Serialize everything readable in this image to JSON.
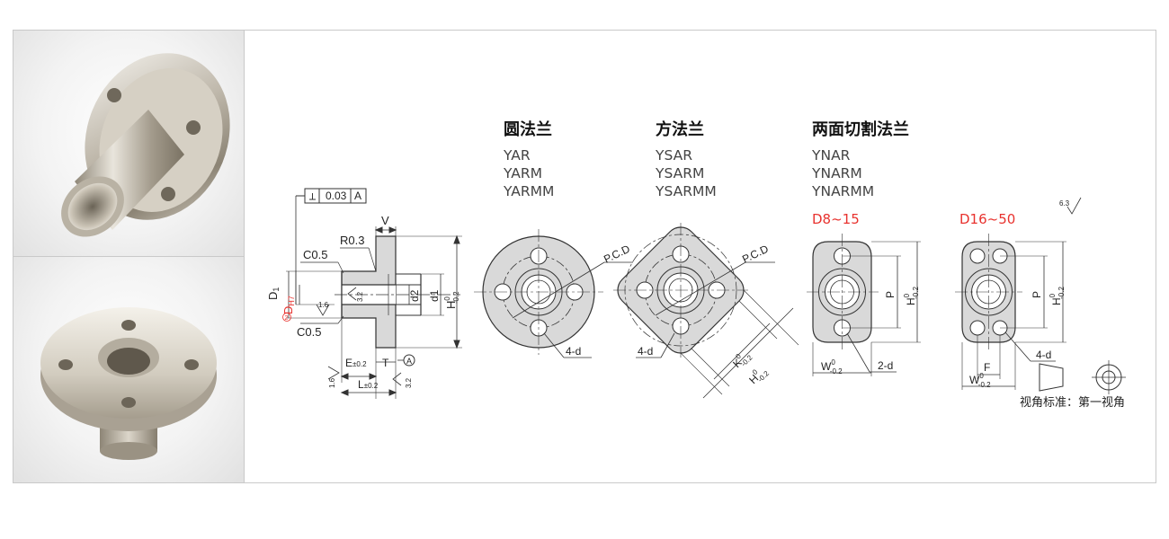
{
  "groups": [
    {
      "title": "圆法兰",
      "models": [
        "YAR",
        "YARM",
        "YARMM"
      ]
    },
    {
      "title": "方法兰",
      "models": [
        "YSAR",
        "YSARM",
        "YSARMM"
      ]
    },
    {
      "title": "两面切割法兰",
      "models": [
        "YNAR",
        "YNARM",
        "YNARMM"
      ]
    }
  ],
  "size_ranges": {
    "small": "D8~15",
    "large": "D16~50"
  },
  "section_labels": {
    "tolerance": "0.03",
    "datum": "A",
    "datum_circle": "A",
    "v": "V",
    "r": "R0.3",
    "c_top": "C0.5",
    "c_bottom": "C0.5",
    "d1": "D",
    "d1_sub": "1",
    "dh7": "D",
    "dh7_sub": "H7",
    "marker": "2",
    "d2": "d2",
    "d1_small": "d1",
    "h": "H",
    "e": "E",
    "e_tol": "±0.2",
    "t": "T",
    "l": "L",
    "l_tol": "±0.2",
    "rough_1_6_a": "1.6",
    "rough_1_6_b": "1.6",
    "rough_3_2_a": "3.2",
    "rough_3_2_b": "3.2"
  },
  "flange_labels": {
    "pcd_round": "P.C.D",
    "pcd_square": "P.C.D",
    "holes_round": "4-d",
    "holes_square": "4-d",
    "k": "K",
    "h_square": "H",
    "p_small": "P",
    "h_small": "H",
    "w_small": "W",
    "holes_small": "2-d",
    "p_large": "P",
    "h_large": "H",
    "w_large": "W",
    "f": "F",
    "holes_large": "4-d",
    "tol_upper": "0",
    "tol_lower": "-0.2"
  },
  "roughness_general": "6.3",
  "projection_note": "视角标准：第一视角"
}
